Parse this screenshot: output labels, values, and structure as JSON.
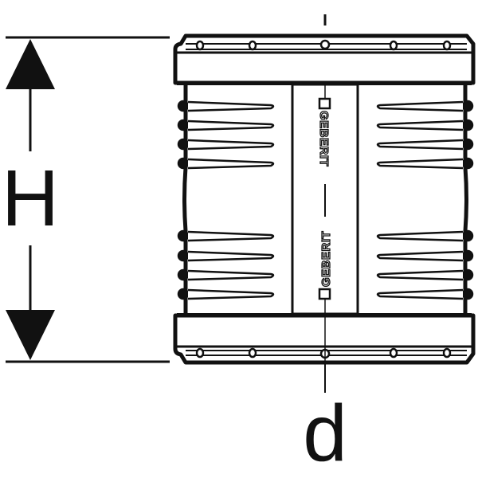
{
  "drawing": {
    "type": "technical-drawing",
    "subject": "pipe coupling / sleeve (side view)",
    "colors": {
      "line": "#111111",
      "background": "#ffffff"
    }
  },
  "dimensions": {
    "height_label": "H",
    "diameter_label": "d"
  },
  "part_markings": {
    "brand_top": "GEBERIT",
    "brand_bottom": "GEBERIT"
  }
}
